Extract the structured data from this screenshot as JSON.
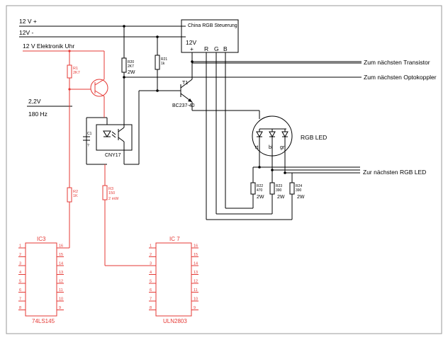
{
  "rails": {
    "plus12": "12 V +",
    "minus12": "12V -",
    "clock": "12 V Elektronik Uhr",
    "signal_voltage": "2,2V",
    "signal_freq": "180 Hz"
  },
  "controller": {
    "title": "China RGB Steuerung",
    "v12": "12V",
    "plus": "+",
    "r": "R",
    "g": "G",
    "b": "B"
  },
  "outputs": {
    "transistor": "Zum nächsten Transistor",
    "optocoupler": "Zum nächsten Optokoppler",
    "rgb_led": "Zur nächsten RGB LED"
  },
  "components": {
    "r1": {
      "name": "R1",
      "value": "2K7"
    },
    "r2": {
      "name": "R2",
      "value": "1K"
    },
    "r3": {
      "name": "R3",
      "value": "150",
      "power": "2 mW"
    },
    "r20": {
      "name": "R20",
      "value": "2K7",
      "power": "2W"
    },
    "r21": {
      "name": "R21",
      "value": "1k"
    },
    "r22": {
      "name": "R22",
      "value": "470",
      "power": "2W"
    },
    "r23": {
      "name": "R23",
      "value": "390",
      "power": "2W"
    },
    "r24": {
      "name": "R24",
      "value": "390",
      "power": "2W"
    },
    "c1": {
      "name": "C1",
      "value": "?"
    },
    "opto": "CNY17",
    "t1": {
      "name": "T1",
      "type": "BC237-40"
    },
    "led": {
      "label": "RGB LED",
      "rt": "rt",
      "bl": "bl",
      "gn": "gn"
    }
  },
  "ic3": {
    "name": "IC3",
    "part": "74LS145",
    "left_pins": [
      "1",
      "2",
      "3",
      "4",
      "5",
      "6",
      "7",
      "8"
    ],
    "right_pins": [
      "16",
      "15",
      "14",
      "13",
      "12",
      "11",
      "10",
      "9"
    ]
  },
  "ic7": {
    "name": "IC 7",
    "part": "ULN2803",
    "left_pins": [
      "1",
      "2",
      "3",
      "4",
      "5",
      "6",
      "7",
      "8"
    ],
    "right_pins": [
      "16",
      "15",
      "14",
      "13",
      "12",
      "11",
      "10",
      "9"
    ]
  },
  "colors": {
    "wire": "#000000",
    "ic_wire": "#e53935",
    "border": "#888888"
  }
}
